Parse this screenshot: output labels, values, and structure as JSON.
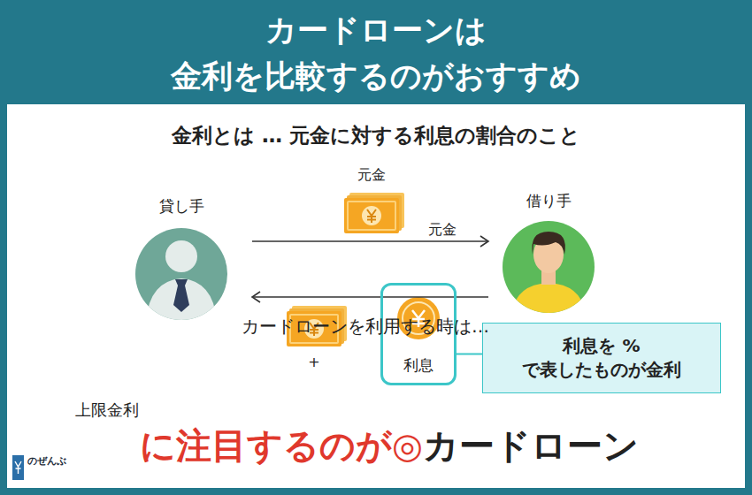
{
  "diagram": {
    "title": "カードローンは 金利を比較するのがおすすめ",
    "nodes": [
      {
        "text": [
          "貸し手"
        ]
      },
      {
        "text": [
          "借り手"
        ]
      },
      {
        "text": [
          "利息"
        ]
      },
      {
        "text": [
          "利息を %で表したものが金利"
        ]
      }
    ],
    "edges": [
      {
        "from": 0,
        "to": 1,
        "arrow": "to",
        "label": "元金"
      },
      {
        "from": 1,
        "to": 0,
        "arrow": "to"
      },
      {
        "from": 2,
        "to": 3,
        "arrow": "none"
      }
    ],
    "labels": [
      "金利とは … 元金に対する利息の割合のこと",
      "元金",
      "+",
      "カードローンを利用する時は…",
      "上限金利",
      "に注目するのが◎",
      "カードローン",
      "のぜんぶ"
    ]
  }
}
